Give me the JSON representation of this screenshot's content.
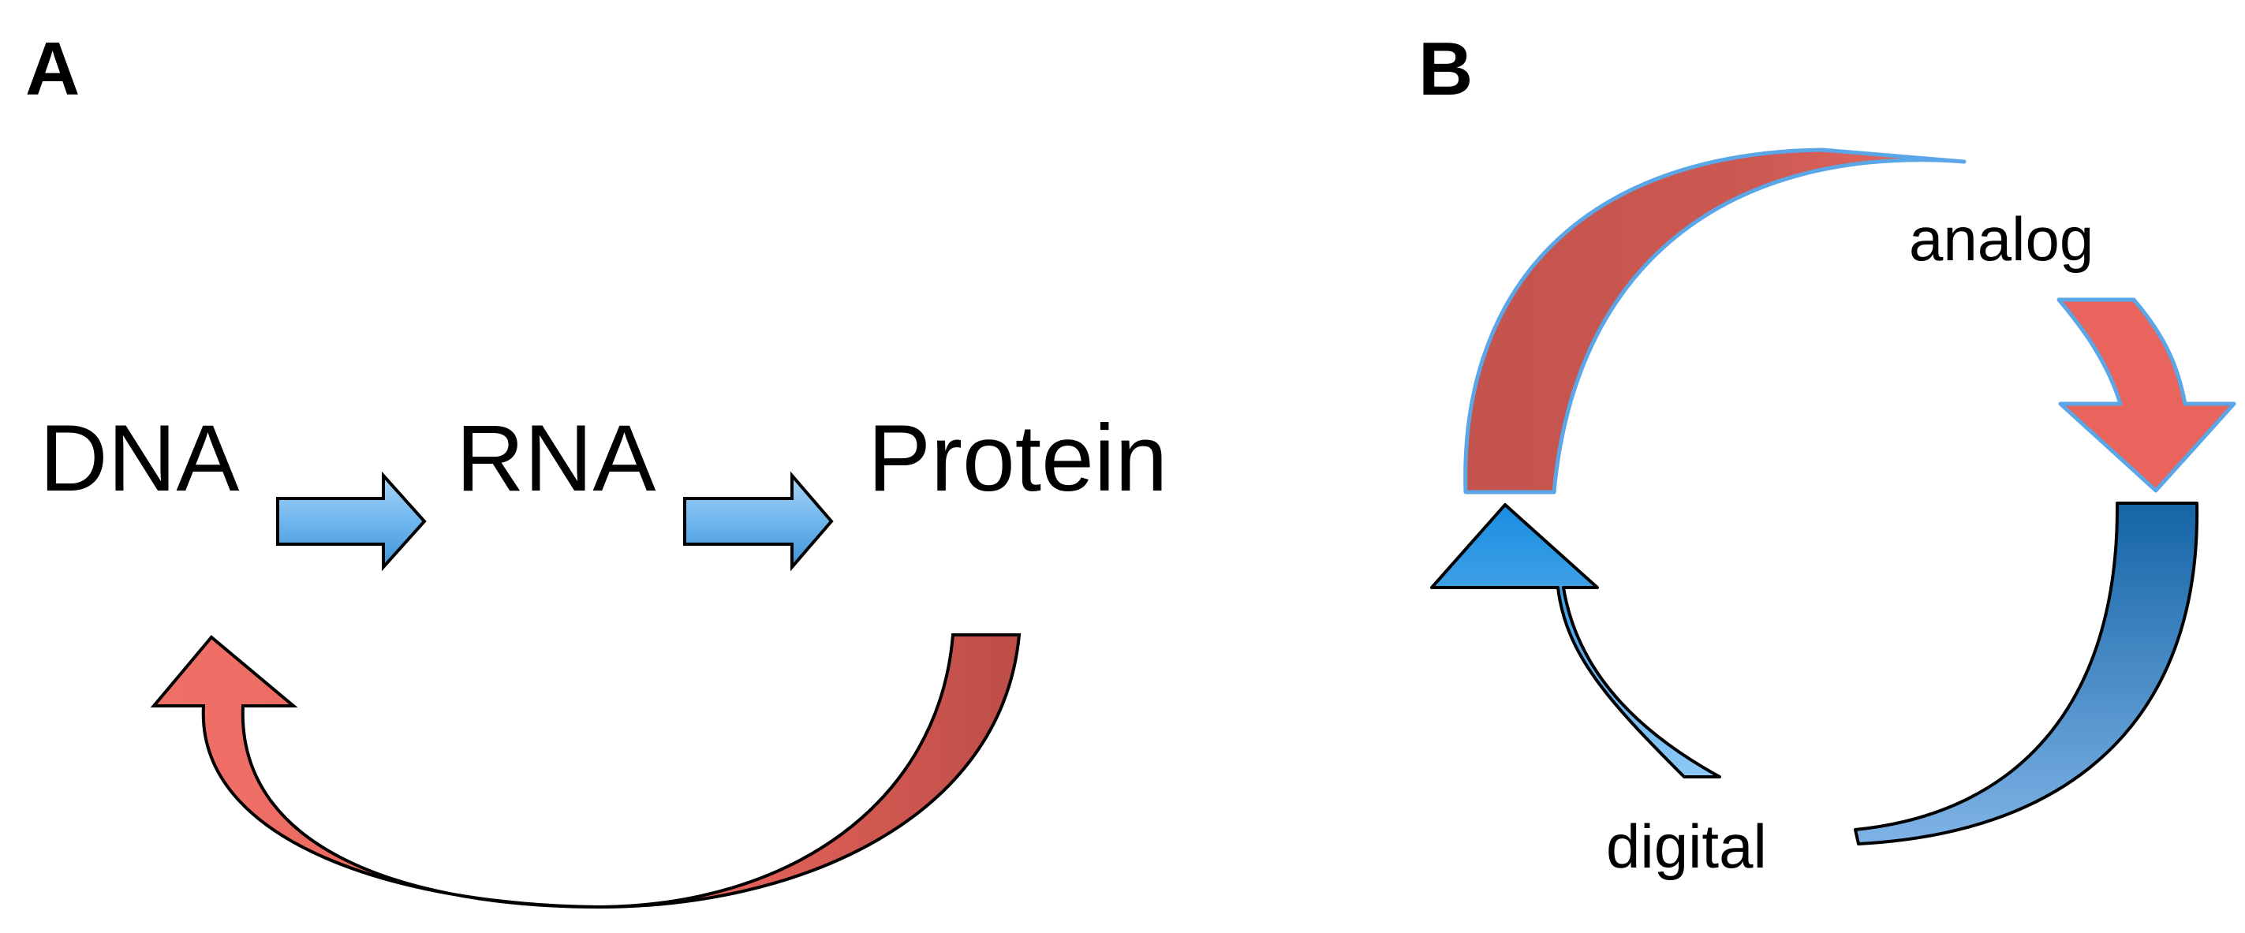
{
  "panels": [
    {
      "letter": "A",
      "nodes": [
        "DNA",
        "RNA",
        "Protein"
      ]
    },
    {
      "letter": "B",
      "labels": {
        "top": "analog",
        "bottom": "digital"
      }
    }
  ],
  "colors": {
    "blue_light": "#8ec5f2",
    "blue_mid": "#3d9ee3",
    "blue_dark": "#1e6fb0",
    "red_light": "#ee6b63",
    "red_dark": "#c2504a",
    "outline": "#000000",
    "blue_outline": "#4a8fd0"
  }
}
